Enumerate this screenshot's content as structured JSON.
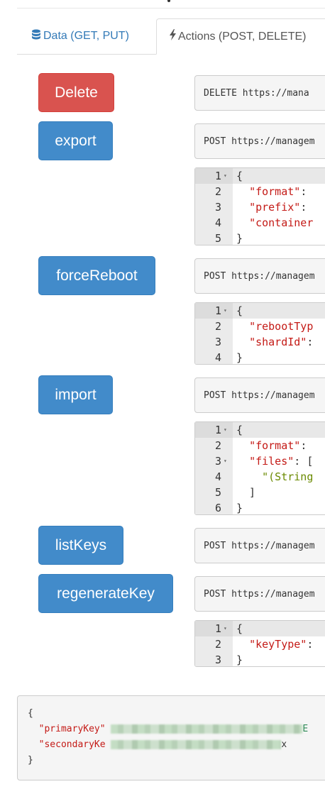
{
  "tabs": {
    "data": {
      "label": "Data (GET, PUT)",
      "icon": "database-icon"
    },
    "actions": {
      "label": "Actions (POST, DELETE)",
      "icon": "bolt-icon"
    }
  },
  "actions": [
    {
      "name": "Delete",
      "style": "danger",
      "request": "DELETE https://mana"
    },
    {
      "name": "export",
      "style": "primary",
      "request": "POST https://managem"
    },
    {
      "name": "forceReboot",
      "style": "primary",
      "request": "POST https://managem"
    },
    {
      "name": "import",
      "style": "primary",
      "request": "POST https://managem"
    },
    {
      "name": "listKeys",
      "style": "primary",
      "request": "POST https://managem"
    },
    {
      "name": "regenerateKey",
      "style": "primary",
      "request": "POST https://managem"
    }
  ],
  "bodies": {
    "export": [
      {
        "n": "1",
        "fold": true,
        "text": "{"
      },
      {
        "n": "2",
        "key": "\"format\"",
        "rest": ":"
      },
      {
        "n": "3",
        "key": "\"prefix\"",
        "rest": ":"
      },
      {
        "n": "4",
        "key": "\"container",
        "rest": ""
      },
      {
        "n": "5",
        "text": "}"
      }
    ],
    "forceReboot": [
      {
        "n": "1",
        "fold": true,
        "text": "{"
      },
      {
        "n": "2",
        "key": "\"rebootTyp",
        "rest": ""
      },
      {
        "n": "3",
        "key": "\"shardId\"",
        "rest": ":"
      },
      {
        "n": "4",
        "text": "}"
      }
    ],
    "import": [
      {
        "n": "1",
        "fold": true,
        "text": "{"
      },
      {
        "n": "2",
        "key": "\"format\"",
        "rest": ":"
      },
      {
        "n": "3",
        "fold": true,
        "key": "\"files\"",
        "rest": ": ["
      },
      {
        "n": "4",
        "str": "\"(String",
        "indent": 4
      },
      {
        "n": "5",
        "text": "  ]"
      },
      {
        "n": "6",
        "text": "}"
      }
    ],
    "regenerateKey": [
      {
        "n": "1",
        "fold": true,
        "text": "{"
      },
      {
        "n": "2",
        "key": "\"keyType\"",
        "rest": ":"
      },
      {
        "n": "3",
        "text": "}"
      }
    ]
  },
  "response": {
    "open": "{",
    "primary_key": "\"primaryKey\"",
    "primary_tail": "E",
    "secondary_key": "\"secondaryKe",
    "secondary_tail": "x",
    "close": "}"
  },
  "colors": {
    "danger": "#d9534f",
    "primary": "#428bca",
    "link": "#337ab7"
  }
}
